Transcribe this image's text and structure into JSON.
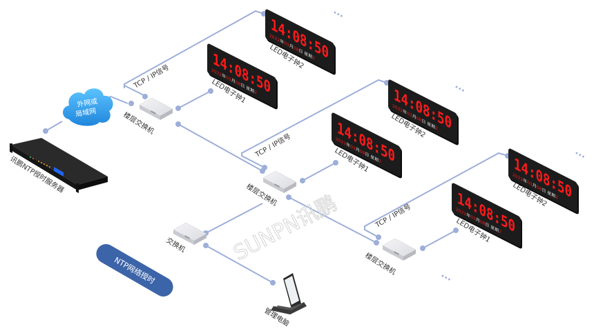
{
  "diagram": {
    "title": "NTP网络授时",
    "watermark": "SUNPN讯鹏",
    "colors": {
      "line": "#9daed9",
      "node_dot": "#9daed9",
      "cloud": "#2d9be8",
      "badge": "#3c64a8",
      "clock_body": "#1c1c1c",
      "clock_digit": "#ff1a1a"
    },
    "clock_display": {
      "time": "14:08:50",
      "year": "2022",
      "year_unit": "年",
      "month": "03",
      "month_unit": "月",
      "day": "08",
      "day_unit": "日",
      "weekday_label": "星期",
      "weekday": "2"
    },
    "nodes": {
      "server": {
        "label": "讯鹏NTP授时服务器",
        "icon": "rack-server-icon"
      },
      "cloud": {
        "line1": "外网或",
        "line2": "局域网",
        "icon": "cloud-icon"
      },
      "floor_switch_1": {
        "label": "楼层交换机",
        "icon": "switch-icon"
      },
      "floor_switch_2": {
        "label": "楼层交换机",
        "icon": "switch-icon"
      },
      "floor_switch_3": {
        "label": "楼层交换机",
        "icon": "switch-icon"
      },
      "switch": {
        "label": "交换机",
        "icon": "switch-icon"
      },
      "laptop": {
        "label": "管理电脑",
        "icon": "laptop-icon"
      }
    },
    "groups": [
      {
        "signal": "TCP / IP信号",
        "clock1": "LED电子钟1",
        "clock2": "LED电子钟2",
        "more": "..."
      },
      {
        "signal": "TCP / IP信号",
        "clock1": "LED电子钟1",
        "clock2": "LED电子钟2",
        "more": "..."
      },
      {
        "signal": "TCP / IP信号",
        "clock1": "LED电子钟1",
        "clock2": "LED电子钟2",
        "more": "..."
      }
    ],
    "bottom_more": "..."
  }
}
